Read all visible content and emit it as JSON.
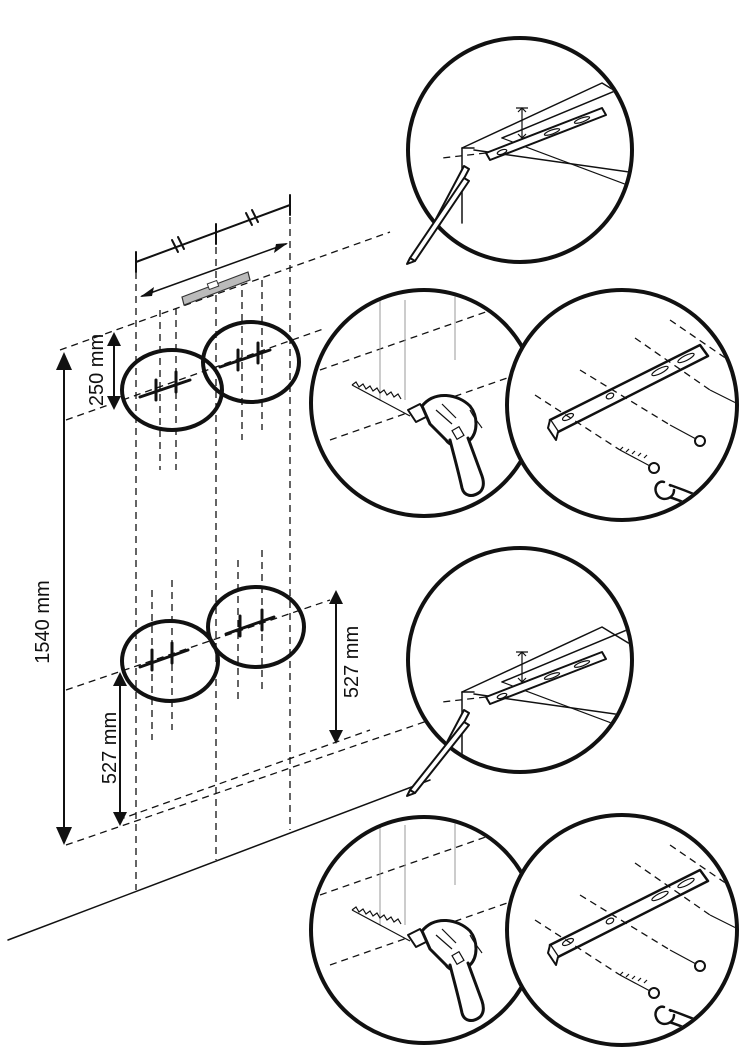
{
  "figure": {
    "dimensions": {
      "top_spacing": "250 mm",
      "total_height": "1540 mm",
      "lower_left": "527 mm",
      "lower_right": "527 mm"
    },
    "colors": {
      "ink": "#111111",
      "background": "#ffffff"
    },
    "panels": [
      {
        "name": "mark-bracket-top",
        "icon": "pencil-marking-bracket-icon"
      },
      {
        "name": "drill-top",
        "icon": "power-drill-icon"
      },
      {
        "name": "fix-bracket-top",
        "icon": "screw-bracket-icon"
      },
      {
        "name": "mark-bracket-bottom",
        "icon": "pencil-marking-bracket-icon"
      },
      {
        "name": "drill-bottom",
        "icon": "power-drill-icon"
      },
      {
        "name": "fix-bracket-bottom",
        "icon": "screw-bracket-icon"
      }
    ]
  }
}
